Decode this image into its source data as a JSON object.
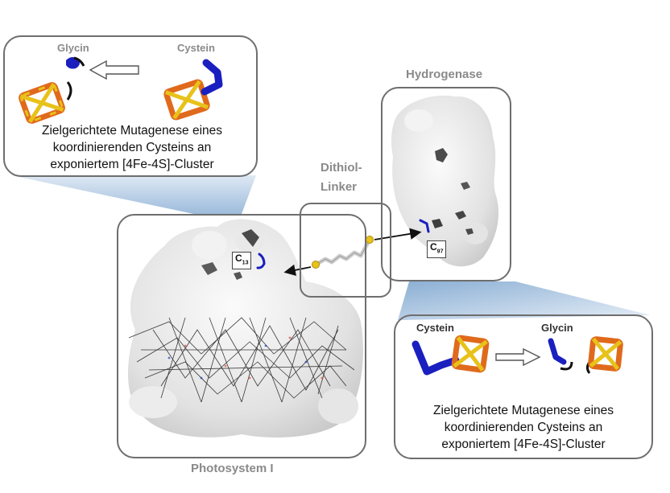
{
  "top_left_box": {
    "label_left": "Glycin",
    "label_right": "Cystein",
    "caption_lines": [
      "Zielgerichtete Mutagenese eines",
      "koordinierenden Cysteins an",
      "exponiertem [4Fe-4S]-Cluster"
    ]
  },
  "bottom_right_box": {
    "label_left": "Cystein",
    "label_right": "Glycin",
    "caption_lines": [
      "Zielgerichtete Mutagenese eines",
      "koordinierenden Cysteins an",
      "exponiertem [4Fe-4S]-Cluster"
    ]
  },
  "hydrogenase": {
    "title": "Hydrogenase",
    "residue": "C",
    "residue_sub": "97"
  },
  "linker": {
    "line1": "Dithiol-",
    "line2": "Linker"
  },
  "photosystem": {
    "title": "Photosystem I",
    "residue": "C",
    "residue_sub": "13"
  },
  "colors": {
    "cysteine": "#1a1fbf",
    "iron": "#e06a1c",
    "sulfur": "#e8c21a",
    "panel_border": "#6e6e6e",
    "callout": "#7ea6cf"
  }
}
